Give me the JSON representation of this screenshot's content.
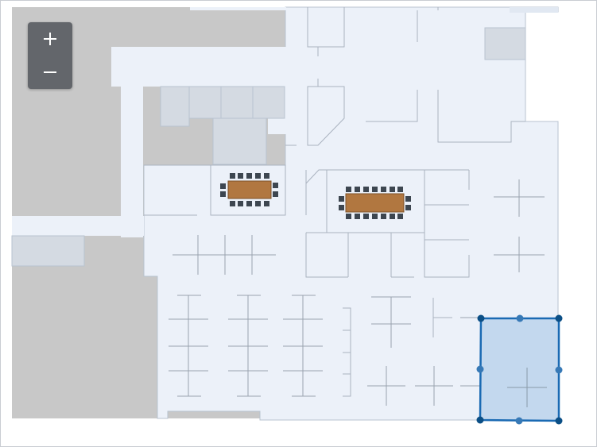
{
  "map": {
    "colors": {
      "background": "#ffffff",
      "outside_area": "#c8c8c8",
      "floor": "#ecf1f9",
      "wall": "#c9d1dc",
      "room_block": "#d4dae2",
      "table": "#b17740",
      "chair": "#3d4650",
      "selection_fill": "#c3d8ee",
      "selection_stroke": "#1a6ab3",
      "selection_vertex": "#0b4f86",
      "selection_mid": "#3779b6",
      "zoom_bg": "#63666b",
      "zoom_icon": "#ffffff"
    },
    "zoom_in_icon": "plus-icon",
    "zoom_out_icon": "minus-icon",
    "selection": {
      "shape": "polygon",
      "selected": true,
      "vertex_handles": 4,
      "midpoint_handles": 4
    }
  }
}
